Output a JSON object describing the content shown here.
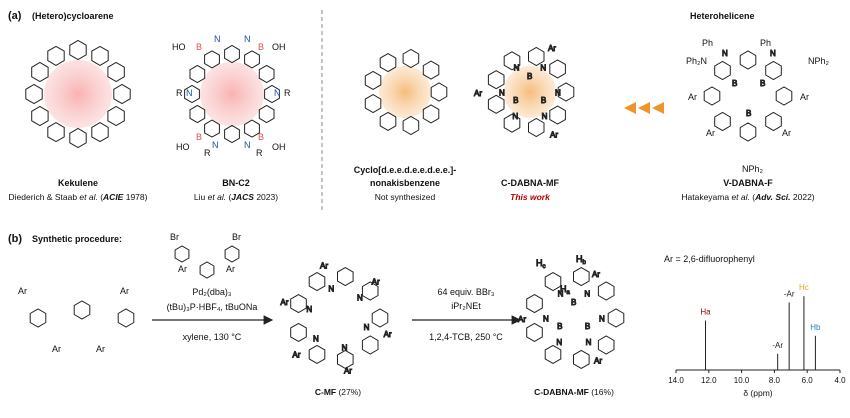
{
  "panel_a": {
    "letter": "(a)",
    "left_title": "(Hetero)cycloarene",
    "right_title": "Heterohelicene",
    "molecules": [
      {
        "name": "Kekulene",
        "ref_prefix": "Diederich & Staab ",
        "ref_et_al": "et al.",
        "ref_journal": "ACIE",
        "ref_year": " 1978)"
      },
      {
        "name": "BN-C2",
        "ref_prefix": "Liu ",
        "ref_et_al": "et al.",
        "ref_journal": "JACS",
        "ref_year": " 2023)"
      },
      {
        "name_line1": "Cyclo[d.e.e.d.e.e.d.e.e.]-",
        "name_line2": "nonakisbenzene",
        "note": "Not synthesized"
      },
      {
        "name": "C-DABNA-MF",
        "note": "This work"
      },
      {
        "name": "V-DABNA-F",
        "ref_prefix": "Hatakeyama ",
        "ref_et_al": "et al.",
        "ref_journal": "Adv. Sci.",
        "ref_year": " 2022)"
      }
    ],
    "atom_labels": {
      "B": "B",
      "N": "N",
      "OH": "OH",
      "HO": "HO",
      "R": "R",
      "Ar": "Ar",
      "Ph": "Ph",
      "NPh2": "NPh₂",
      "Ph2N": "Ph₂N"
    }
  },
  "panel_b": {
    "letter": "(b)",
    "title": "Synthetic procedure:",
    "reagents_1": {
      "catalyst": "Pd₂(dba)₃",
      "ligand": "(tBu)₃P·HBF₄, tBuONa",
      "conditions": "xylene, 130 °C"
    },
    "reagents_2": {
      "line1": "64 equiv. BBr₃",
      "line2": "iPr₂NEt",
      "line3": "1,2,4-TCB, 250 °C"
    },
    "products": {
      "intermediate": "C-MF",
      "intermediate_yield": " (27%)",
      "final": "C-DABNA-MF",
      "final_yield": " (16%)"
    },
    "ar_definition": "Ar = 2,6-difluorophenyl",
    "nmr": {
      "xlabel": "δ (ppm)",
      "ticks": [
        "14.0",
        "12.0",
        "10.0",
        "8.0",
        "6.0",
        "4.0"
      ],
      "peak_labels": [
        "Ha",
        "-Ar",
        "-Ar",
        "Hc",
        "Hb"
      ]
    },
    "h_labels": {
      "Ha": "H",
      "Hb": "H",
      "Hc": "H",
      "sub_a": "a",
      "sub_b": "b",
      "sub_c": "c"
    }
  },
  "colors": {
    "boron": "#d9534f",
    "nitrogen": "#1f4e9c",
    "highlight_pink": "#f7b7b7",
    "highlight_orange": "#f6c48f",
    "arrow_orange": "#f0932b",
    "ha": "#a10000",
    "hb": "#2e86c1",
    "hc": "#e6a117"
  }
}
